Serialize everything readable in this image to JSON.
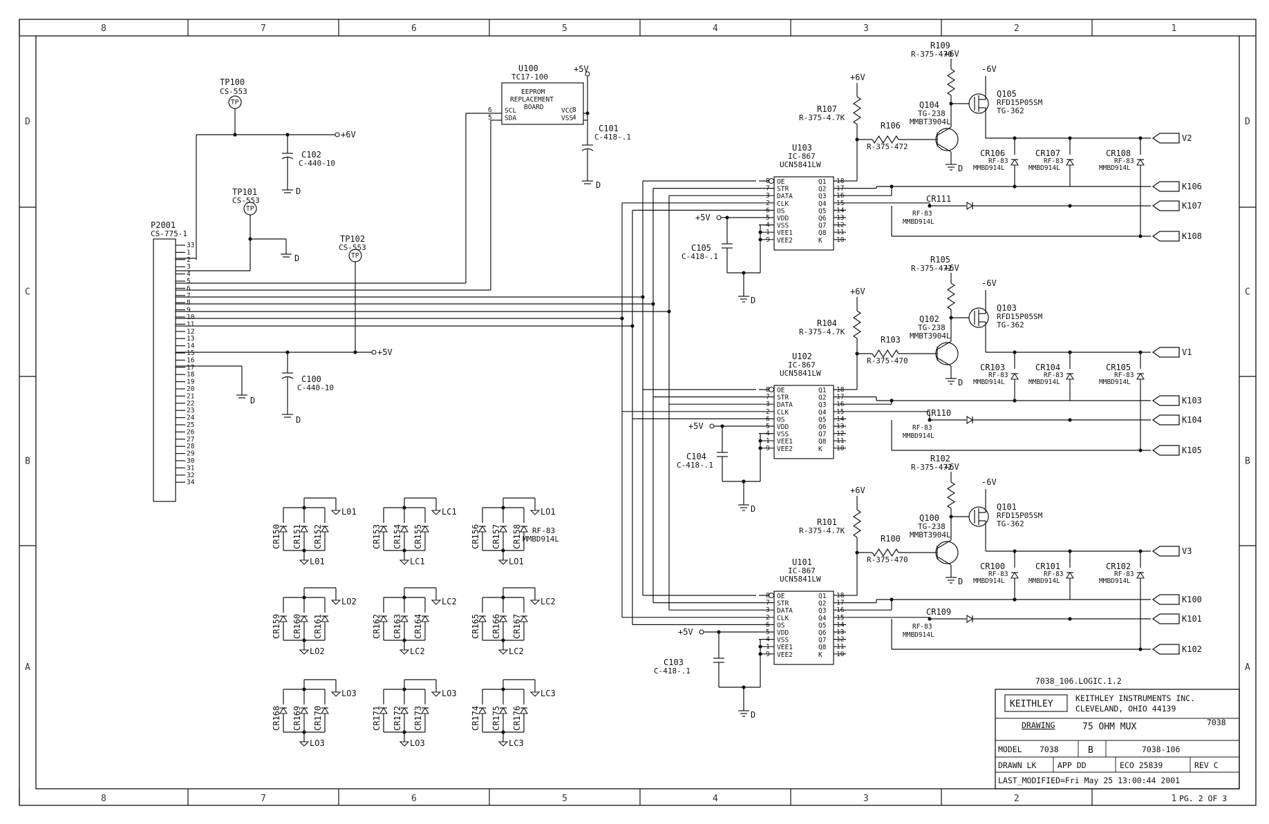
{
  "frame": {
    "zones_top": [
      "8",
      "7",
      "6",
      "5",
      "4",
      "3",
      "2",
      "1"
    ],
    "zones_bottom": [
      "8",
      "7",
      "6",
      "5",
      "4",
      "3",
      "2",
      "1"
    ],
    "zones_side": [
      "D",
      "C",
      "B",
      "A"
    ]
  },
  "connector": {
    "ref": "P2001",
    "part": "CS-775-1",
    "pins": [
      "33",
      "1",
      "2",
      "3",
      "4",
      "5",
      "6",
      "7",
      "8",
      "9",
      "10",
      "11",
      "12",
      "13",
      "14",
      "15",
      "16",
      "17",
      "18",
      "19",
      "20",
      "21",
      "22",
      "23",
      "24",
      "25",
      "26",
      "27",
      "28",
      "29",
      "30",
      "31",
      "32",
      "34"
    ]
  },
  "testpoints": [
    {
      "ref": "TP100",
      "part": "CS-553",
      "tag": "TP"
    },
    {
      "ref": "TP101",
      "part": "CS-553",
      "tag": "TP"
    },
    {
      "ref": "TP102",
      "part": "CS-553",
      "tag": "TP"
    }
  ],
  "caps": [
    {
      "ref": "C102",
      "part": "C-440-10"
    },
    {
      "ref": "C100",
      "part": "C-440-10"
    },
    {
      "ref": "C101",
      "part": "C-418-.1"
    },
    {
      "ref": "C105",
      "part": "C-418-.1"
    },
    {
      "ref": "C104",
      "part": "C-418-.1"
    },
    {
      "ref": "C103",
      "part": "C-418-.1"
    }
  ],
  "eeprom": {
    "ref": "U100",
    "part": "TC17-100",
    "line1": "EEPROM",
    "line2": "REPLACEMENT",
    "line3": "BOARD",
    "p_scl": "SCL",
    "p_sda": "SDA",
    "p_vcc": "VCC",
    "p_vss": "VSS",
    "n6": "6",
    "n5": "5",
    "n8": "8",
    "n4": "4"
  },
  "rails": {
    "p6": "+6V",
    "p5": "+5V",
    "m6": "-6V",
    "gnd": "D"
  },
  "drivers": [
    {
      "ref": "U103",
      "part": "IC-867",
      "type": "UCN5841LW"
    },
    {
      "ref": "U102",
      "part": "IC-867",
      "type": "UCN5841LW"
    },
    {
      "ref": "U101",
      "part": "IC-867",
      "type": "UCN5841LW"
    }
  ],
  "driver_pins_left": [
    {
      "n": "8",
      "name": "OE"
    },
    {
      "n": "7",
      "name": "STR"
    },
    {
      "n": "3",
      "name": "DATA"
    },
    {
      "n": "2",
      "name": "CLK"
    },
    {
      "n": "6",
      "name": "OS"
    },
    {
      "n": "5",
      "name": "VDD"
    },
    {
      "n": "4",
      "name": "VSS"
    },
    {
      "n": "1",
      "name": "VEE1"
    },
    {
      "n": "9",
      "name": "VEE2"
    }
  ],
  "driver_pins_right": [
    {
      "n": "18",
      "name": "Q1"
    },
    {
      "n": "17",
      "name": "Q2"
    },
    {
      "n": "16",
      "name": "Q3"
    },
    {
      "n": "15",
      "name": "Q4"
    },
    {
      "n": "14",
      "name": "Q5"
    },
    {
      "n": "13",
      "name": "Q6"
    },
    {
      "n": "12",
      "name": "Q7"
    },
    {
      "n": "11",
      "name": "Q8"
    },
    {
      "n": "10",
      "name": "K"
    }
  ],
  "stages": [
    {
      "r_base": "R107",
      "r_base_v": "R-375-4.7K",
      "r_ser": "R106",
      "r_ser_v": "R-375-472",
      "r_col": "R109",
      "r_col_v": "R-375-470",
      "q_npn": "Q104",
      "q_npn_p": "TG-238",
      "q_npn_t": "MMBT3904L",
      "q_fet": "Q105",
      "q_fet_t": "RFD15P05SM",
      "q_fet_p": "TG-362",
      "diodes": [
        {
          "ref": "CR106",
          "p": "RF-83",
          "t": "MMBD914L"
        },
        {
          "ref": "CR107",
          "p": "RF-83",
          "t": "MMBD914L"
        },
        {
          "ref": "CR108",
          "p": "RF-83",
          "t": "MMBD914L"
        }
      ],
      "cr_k": "CR111",
      "cr_k_p": "RF-83",
      "cr_k_t": "MMBD914L",
      "out_v": "V2",
      "k1": "K106",
      "k2": "K107",
      "k3": "K108"
    },
    {
      "r_base": "R104",
      "r_base_v": "R-375-4.7K",
      "r_ser": "R103",
      "r_ser_v": "R-375-470",
      "r_col": "R105",
      "r_col_v": "R-375-472",
      "q_npn": "Q102",
      "q_npn_p": "TG-238",
      "q_npn_t": "MMBT3904L",
      "q_fet": "Q103",
      "q_fet_t": "RFD15P05SM",
      "q_fet_p": "TG-362",
      "diodes": [
        {
          "ref": "CR103",
          "p": "RF-83",
          "t": "MMBD914L"
        },
        {
          "ref": "CR104",
          "p": "RF-83",
          "t": "MMBD914L"
        },
        {
          "ref": "CR105",
          "p": "RF-83",
          "t": "MMBD914L"
        }
      ],
      "cr_k": "CR110",
      "cr_k_p": "RF-83",
      "cr_k_t": "MMBD914L",
      "out_v": "V1",
      "k1": "K103",
      "k2": "K104",
      "k3": "K105"
    },
    {
      "r_base": "R101",
      "r_base_v": "R-375-4.7K",
      "r_ser": "R100",
      "r_ser_v": "R-375-470",
      "r_col": "R102",
      "r_col_v": "R-375-472",
      "q_npn": "Q100",
      "q_npn_p": "TG-238",
      "q_npn_t": "MMBT3904L",
      "q_fet": "Q101",
      "q_fet_t": "RFD15P05SM",
      "q_fet_p": "TG-362",
      "diodes": [
        {
          "ref": "CR100",
          "p": "RF-83",
          "t": "MMBD914L"
        },
        {
          "ref": "CR101",
          "p": "RF-83",
          "t": "MMBD914L"
        },
        {
          "ref": "CR102",
          "p": "RF-83",
          "t": "MMBD914L"
        }
      ],
      "cr_k": "CR109",
      "cr_k_p": "RF-83",
      "cr_k_t": "MMBD914L",
      "out_v": "V3",
      "k1": "K100",
      "k2": "K101",
      "k3": "K102"
    }
  ],
  "clamps": {
    "part": "RF-83",
    "type": "MMBD914L",
    "groups": [
      {
        "a": "CR150",
        "b": "CR151",
        "c": "CR152",
        "net": "L01"
      },
      {
        "a": "CR153",
        "b": "CR154",
        "c": "CR155",
        "net": "LC1"
      },
      {
        "a": "CR156",
        "b": "CR157",
        "c": "CR158",
        "net": "LO1"
      },
      {
        "a": "CR159",
        "b": "CR160",
        "c": "CR161",
        "net": "LO2"
      },
      {
        "a": "CR162",
        "b": "CR163",
        "c": "CR164",
        "net": "LC2"
      },
      {
        "a": "CR165",
        "b": "CR166",
        "c": "CR167",
        "net": "LC2"
      },
      {
        "a": "CR168",
        "b": "CR169",
        "c": "CR170",
        "net": "LO3"
      },
      {
        "a": "CR171",
        "b": "CR172",
        "c": "CR173",
        "net": "LO3"
      },
      {
        "a": "CR174",
        "b": "CR175",
        "c": "CR176",
        "net": "LC3"
      }
    ]
  },
  "titleblock": {
    "file": "7038_106.LOGIC.1.2",
    "logo": "KEITHLEY",
    "company": "KEITHLEY INSTRUMENTS INC.",
    "city": "CLEVELAND, OHIO 44139",
    "drawing_label": "DRAWING",
    "drawing_title": "75 OHM MUX",
    "drawing_num_top": "7038",
    "model_label": "MODEL",
    "model": "7038",
    "size": "B",
    "dwg_no": "7038-106",
    "drawn": "DRAWN  LK",
    "app": "APP  DD",
    "eco": "ECO  25839",
    "rev": "REV  C",
    "modified": "LAST_MODIFIED=Fri May 25 13:00:44 2001",
    "page": "PG. 2 OF 3"
  }
}
